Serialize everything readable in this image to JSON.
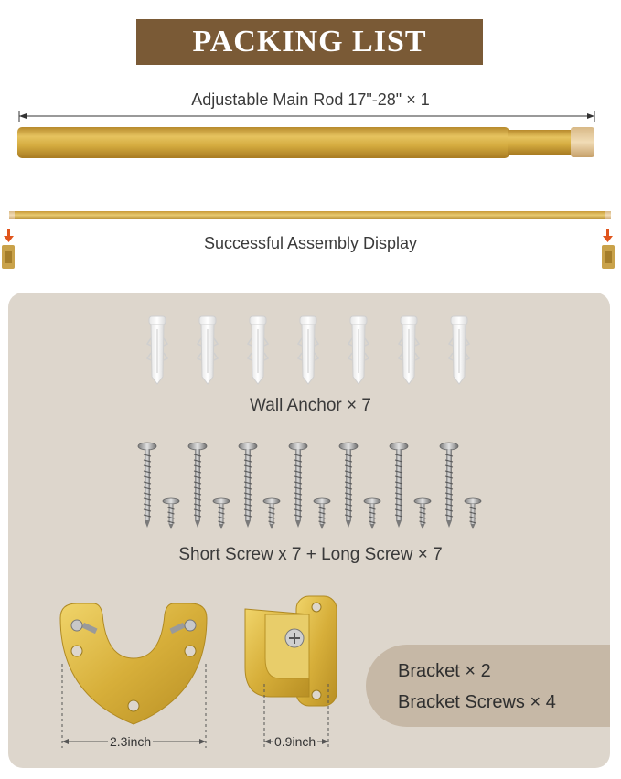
{
  "header": {
    "title": "PACKING LIST"
  },
  "main_rod": {
    "label": "Adjustable Main Rod 17\"-28\" × 1"
  },
  "assembly": {
    "label": "Successful Assembly Display"
  },
  "wall_anchor": {
    "label": "Wall Anchor × 7",
    "count": 7
  },
  "screws": {
    "label": "Short Screw x 7 + Long Screw × 7",
    "short_count": 7,
    "long_count": 7
  },
  "brackets": {
    "bracket_label": "Bracket × 2",
    "screws_label": "Bracket Screws × 4",
    "width_label": "2.3inch",
    "depth_label": "0.9inch"
  },
  "colors": {
    "banner": "#7a5a36",
    "gold": "#d4ab3f",
    "panel": "#ddd6cc",
    "arrow": "#e0541c"
  }
}
